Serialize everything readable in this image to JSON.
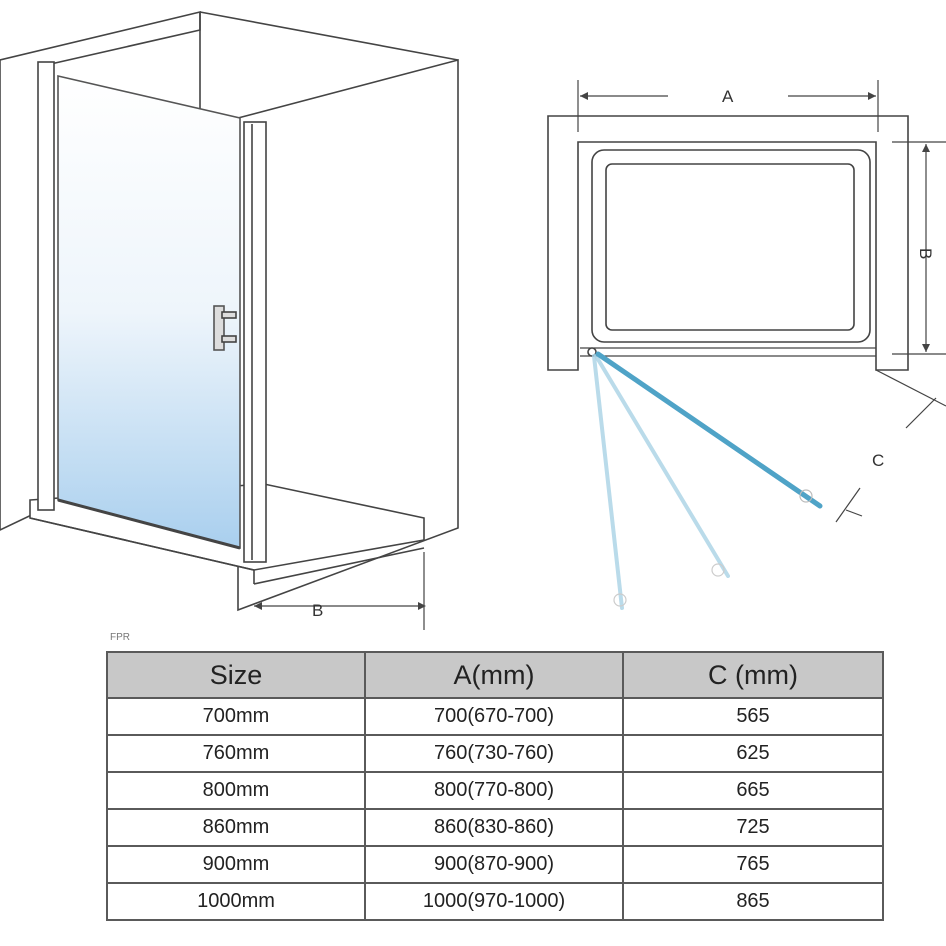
{
  "diagram": {
    "label_a": "A",
    "label_b_plan": "B",
    "label_c": "C",
    "label_b_3d": "B",
    "colors": {
      "line": "#444444",
      "glass": "#bcd9f0",
      "door_open": "#4fa3c7",
      "door_ghost": "#a9d3e6"
    }
  },
  "code_label": "FPR",
  "table": {
    "headers": [
      "Size",
      "A(mm)",
      "C (mm)"
    ],
    "rows": [
      [
        "700mm",
        "700(670-700)",
        "565"
      ],
      [
        "760mm",
        "760(730-760)",
        "625"
      ],
      [
        "800mm",
        "800(770-800)",
        "665"
      ],
      [
        "860mm",
        "860(830-860)",
        "725"
      ],
      [
        "900mm",
        "900(870-900)",
        "765"
      ],
      [
        "1000mm",
        "1000(970-1000)",
        "865"
      ]
    ]
  }
}
